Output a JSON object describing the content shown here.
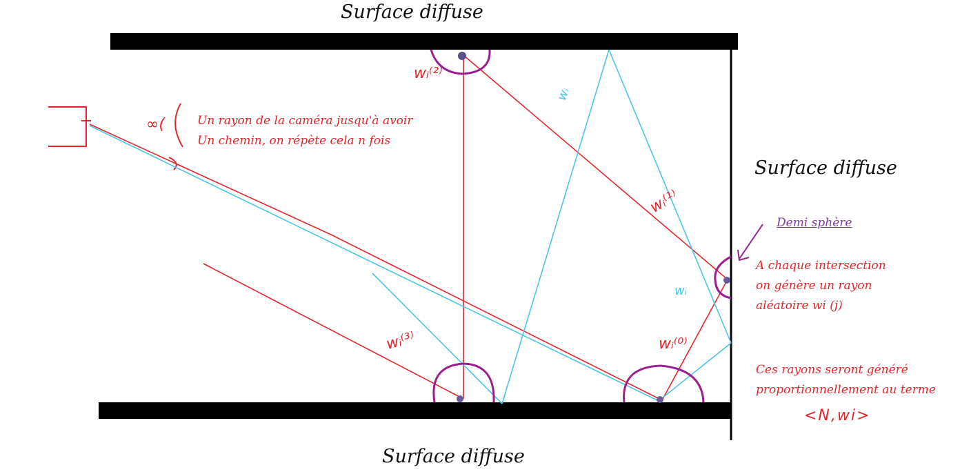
{
  "labels": {
    "surface_top": "Surface diffuse",
    "surface_right": "Surface diffuse",
    "surface_bottom": "Surface diffuse",
    "omega_symbol": "∞(",
    "camera_note_line1": "Un rayon de la caméra jusqu'à avoir",
    "camera_note_line2": "Un chemin, on répète cela n fois",
    "hemisphere_title": "Demi sphère",
    "intersection_line1": "A chaque intersection",
    "intersection_line2": "on génère un rayon",
    "intersection_line3": "aléatoire wi (j)",
    "proportional_line1": "Ces rayons seront généré",
    "proportional_line2": "proportionnellement au terme",
    "dot_product": "<N,wi>",
    "wi_top": "wᵢ⁽²⁾",
    "wi_right": "wᵢ⁽¹⁾",
    "wi_bottom_right": "wᵢ⁽⁰⁾",
    "wi_bottom_left": "wᵢ⁽³⁾",
    "wi_blue_right": "wᵢ",
    "wi_blue_top": "wᵢ"
  },
  "colors": {
    "ray_red": "#e3262b",
    "ray_blue": "#4ac4ec",
    "hemisphere": "#9a1e8f",
    "surface": "#000000",
    "point": "#6a5a9a"
  }
}
